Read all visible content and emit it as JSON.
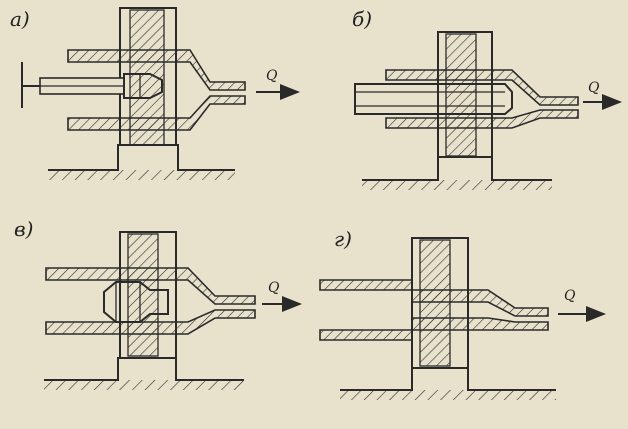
{
  "panels": [
    {
      "id": "a",
      "label": "а)",
      "flow": "Q"
    },
    {
      "id": "b",
      "label": "б)",
      "flow": "Q"
    },
    {
      "id": "v",
      "label": "в)",
      "flow": "Q"
    },
    {
      "id": "g",
      "label": "г)",
      "flow": "Q"
    }
  ],
  "colors": {
    "paper": "#e8e2cc",
    "ink": "#2a2a2a"
  }
}
